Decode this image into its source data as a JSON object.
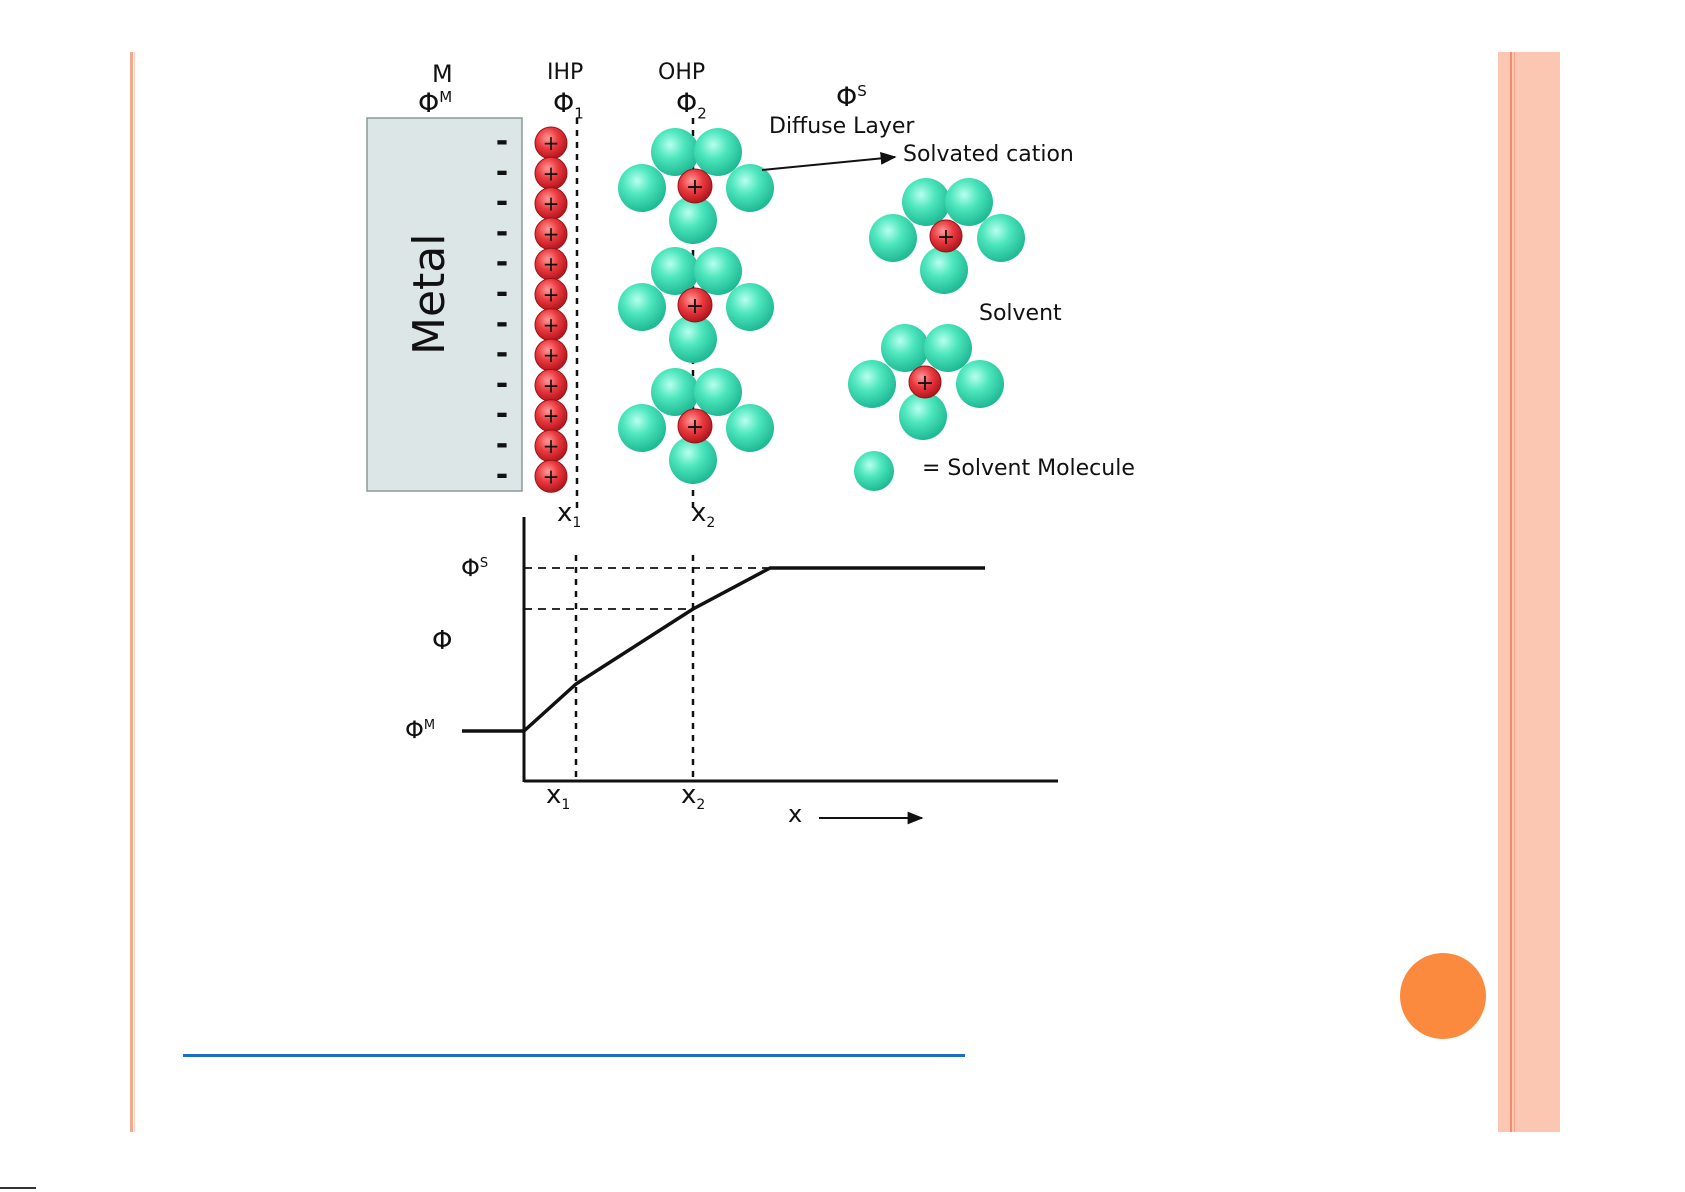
{
  "diagram": {
    "planes": {
      "metal": {
        "letter": "M",
        "symbol": "Φ",
        "sup": "M"
      },
      "ihp": {
        "name": "IHP",
        "symbol": "Φ",
        "sub": "1"
      },
      "ohp": {
        "name": "OHP",
        "symbol": "Φ",
        "sub": "2"
      },
      "solution": {
        "symbol": "Φ",
        "sup": "S"
      }
    },
    "metal_label": "Metal",
    "diffuse_label": "Diffuse Layer",
    "solvated_label": "Solvated cation",
    "solvent_label": "Solvent",
    "legend_label": "= Solvent Molecule",
    "electrode_charge": "-",
    "ion_charge": "+",
    "x1": {
      "base": "x",
      "sub": "1"
    },
    "x2": {
      "base": "x",
      "sub": "2"
    }
  },
  "graph": {
    "phi_s": {
      "symbol": "Φ",
      "sup": "S"
    },
    "phi_m": {
      "symbol": "Φ",
      "sup": "M"
    },
    "phi": "Φ",
    "x_axis_label": "x"
  },
  "colors": {
    "sidebar": "#fbc7b2",
    "sidebar_line": "#f08c69",
    "orange_dot": "#fb8a3e",
    "blue_rule": "#1a6fc0",
    "cation": "#e6323a",
    "solvent": "#3fdcb0",
    "metal_fill": "#dde6e6"
  }
}
